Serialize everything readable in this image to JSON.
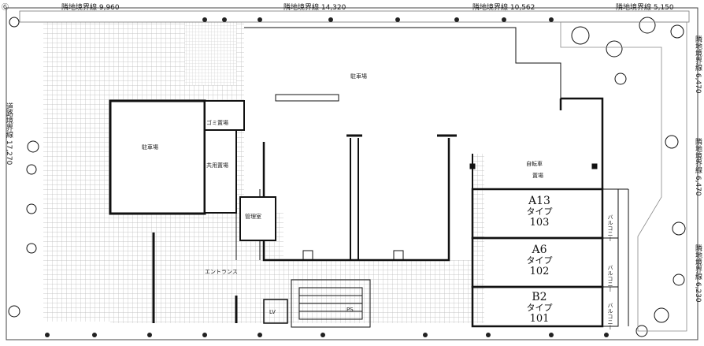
{
  "boundary": {
    "top": [
      "隣地境界線 9,960",
      "隣地境界線 14,320",
      "隣地境界線 10,562",
      "隣地境界線 5,150"
    ],
    "left_top": "道路境界線 17,270",
    "right": [
      "隣地境界線 6,470",
      "隣地境界線 6,470",
      "隣地境界線 6,230"
    ]
  },
  "rooms": {
    "parking": "駐車場",
    "bicycle_line1": "自転車",
    "bicycle_line2": "置場",
    "garbage": "ゴミ置場",
    "storage": "共用置場",
    "management": "管理室",
    "entrance": "エントランス",
    "balcony": "バルコニー",
    "lv": "LV",
    "ps": "PS",
    "corner_mark": "Ⓖ"
  },
  "units": [
    {
      "type": "A13",
      "kind": "タイプ",
      "number": "103"
    },
    {
      "type": "A6",
      "kind": "タイプ",
      "number": "102"
    },
    {
      "type": "B2",
      "kind": "タイプ",
      "number": "101"
    }
  ]
}
